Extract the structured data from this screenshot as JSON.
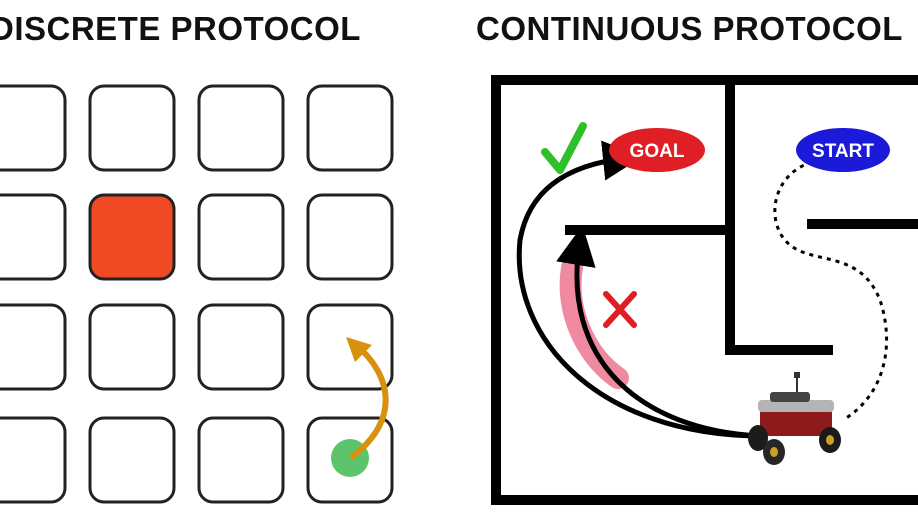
{
  "discrete": {
    "title": "DISCRETE PROTOCOL",
    "grid": {
      "rows": 4,
      "cols": 4,
      "highlighted_cell": {
        "row": 2,
        "col": 2
      }
    },
    "colors": {
      "highlight": "#f04a24",
      "agent": "#5cc46a",
      "arrow": "#d9900e"
    }
  },
  "continuous": {
    "title": "CONTINUOUS PROTOCOL",
    "goal_label": "GOAL",
    "start_label": "START",
    "success_mark": "✓",
    "fail_mark": "✕",
    "colors": {
      "goal": "#e01e26",
      "start": "#1a1ad8",
      "check": "#2fbf2a",
      "cross": "#e01e26",
      "bad_path": "#f08aa0"
    },
    "robot_icon": "robot-icon"
  }
}
